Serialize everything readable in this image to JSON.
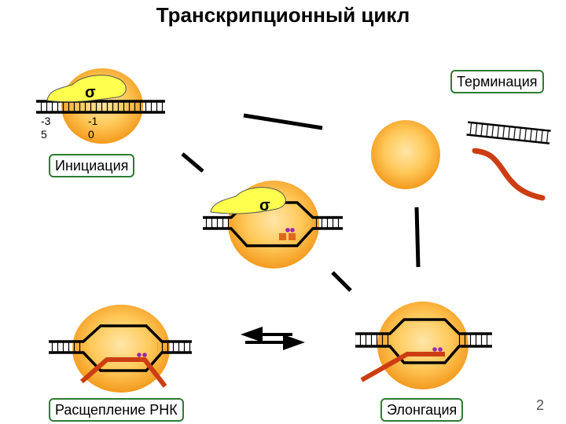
{
  "title": "Транскрипционный цикл",
  "sigma": "σ",
  "positions": {
    "minus35": [
      "-3",
      "5"
    ],
    "minus10": [
      "-1",
      "0"
    ]
  },
  "stages": {
    "initiation": "Инициация",
    "termination": "Терминация",
    "rna_cleavage": "Расщепление РНК",
    "elongation": "Элонгация"
  },
  "page_number": "2",
  "colors": {
    "polymerase": "#f7a226",
    "sigma": "#ffff4d",
    "rna": "#cc3d12",
    "nucleotide": "#e0671c",
    "label_border": "#2e7d32"
  }
}
